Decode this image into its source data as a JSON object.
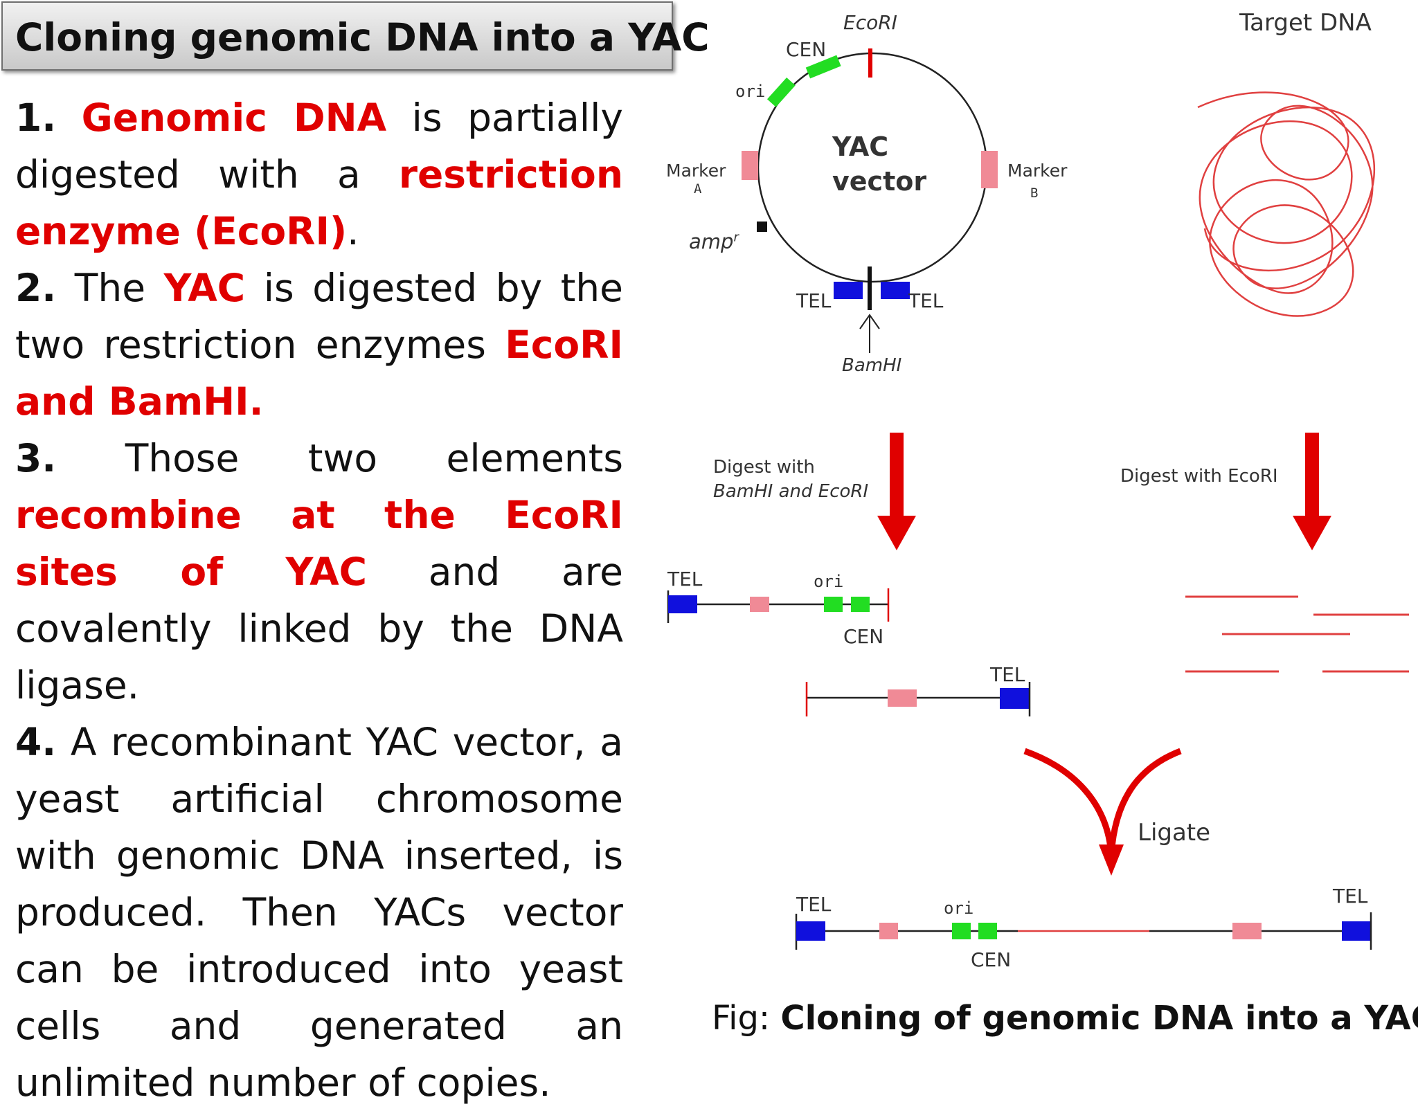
{
  "title": "Cloning genomic DNA into a YAC",
  "steps": {
    "s1": {
      "num": "1.",
      "a": "Genomic DNA",
      "b": " is partially digested with a ",
      "c": "restriction enzyme (EcoRI)",
      "d": "."
    },
    "s2": {
      "num": "2.",
      "a": " The ",
      "b": "YAC",
      "c": " is digested by the two restriction enzymes ",
      "d": "EcoRI and BamHI."
    },
    "s3": {
      "num": "3.",
      "a": " Those two elements ",
      "b": "recombine at the EcoRI sites of YAC",
      "c": " and are covalently linked by the DNA ligase."
    },
    "s4": {
      "num": "4.",
      "a": " A recombinant YAC vector, a yeast artificial chromosome with genomic DNA inserted, is produced. Then YACs vector can be introduced into yeast cells and generated an unlimited number of copies."
    }
  },
  "figure": {
    "ecori_top": "EcoRI",
    "cen_top": "CEN",
    "ori_top": "ori",
    "yac_line1": "YAC",
    "yac_line2": "vector",
    "marker_a_1": "Marker",
    "marker_a_2": "A",
    "marker_b_1": "Marker",
    "marker_b_2": "B",
    "ampr": "amp",
    "ampr_sup": "r",
    "tel_left": "TEL",
    "tel_right": "TEL",
    "bamhi": "BamHI",
    "target_dna": "Target DNA",
    "digest_left_1": "Digest with",
    "digest_left_2": "BamHI and EcoRI",
    "digest_right": "Digest with EcoRI",
    "arm1_tel": "TEL",
    "arm1_ori": "ori",
    "arm1_cen": "CEN",
    "arm2_tel": "TEL",
    "ligate": "Ligate",
    "final_tel_left": "TEL",
    "final_ori": "ori",
    "final_cen": "CEN",
    "final_tel_right": "TEL"
  },
  "caption": {
    "prefix": "Fig: ",
    "bold": "Cloning of genomic DNA into a YAC"
  },
  "colors": {
    "red": "#e00000",
    "green": "#22dd22",
    "blue": "#1010dd",
    "pink": "#f08a96",
    "line": "#222222"
  }
}
